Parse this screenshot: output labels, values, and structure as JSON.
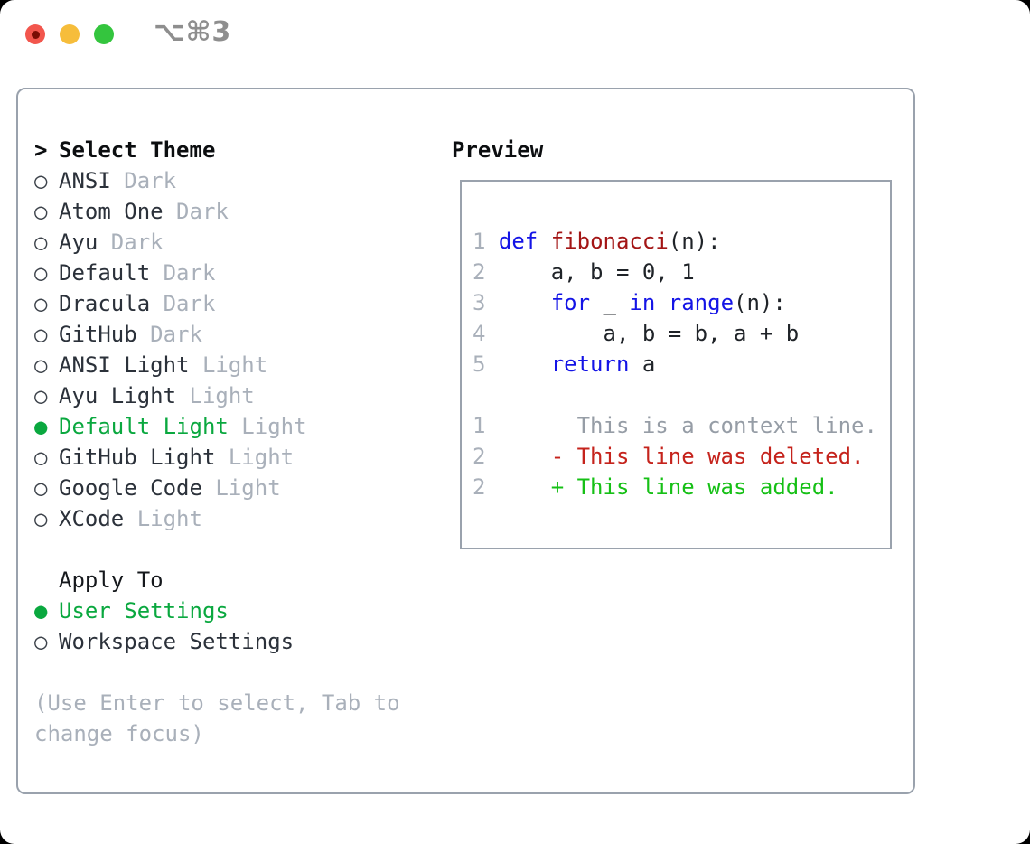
{
  "titlebar": {
    "shortcut": "⌥⌘3",
    "buttons": [
      "close",
      "minimize",
      "zoom"
    ]
  },
  "theme_selector": {
    "title_marker": ">",
    "title": "Select Theme",
    "marker_unselected": "○",
    "marker_selected": "●",
    "options": [
      {
        "name": "ANSI",
        "variant": "Dark",
        "selected": false
      },
      {
        "name": "Atom One",
        "variant": "Dark",
        "selected": false
      },
      {
        "name": "Ayu",
        "variant": "Dark",
        "selected": false
      },
      {
        "name": "Default",
        "variant": "Dark",
        "selected": false
      },
      {
        "name": "Dracula",
        "variant": "Dark",
        "selected": false
      },
      {
        "name": "GitHub",
        "variant": "Dark",
        "selected": false
      },
      {
        "name": "ANSI Light",
        "variant": "Light",
        "selected": false
      },
      {
        "name": "Ayu Light",
        "variant": "Light",
        "selected": false
      },
      {
        "name": "Default Light",
        "variant": "Light",
        "selected": true
      },
      {
        "name": "GitHub Light",
        "variant": "Light",
        "selected": false
      },
      {
        "name": "Google Code",
        "variant": "Light",
        "selected": false
      },
      {
        "name": "XCode",
        "variant": "Light",
        "selected": false
      }
    ],
    "apply_to": {
      "title": "Apply To",
      "options": [
        {
          "label": "User Settings",
          "selected": true
        },
        {
          "label": "Workspace Settings",
          "selected": false
        }
      ]
    },
    "hint_lines": [
      "(Use Enter to select, Tab to",
      "change focus)"
    ]
  },
  "preview": {
    "title": "Preview",
    "lines": [
      [
        {
          "t": "1",
          "c": "gutter"
        },
        {
          "t": " ",
          "c": "plain"
        },
        {
          "t": "def",
          "c": "keyword"
        },
        {
          "t": " ",
          "c": "plain"
        },
        {
          "t": "fibonacci",
          "c": "function"
        },
        {
          "t": "(n):",
          "c": "plain"
        }
      ],
      [
        {
          "t": "2",
          "c": "gutter"
        },
        {
          "t": "     a, b = 0, 1",
          "c": "plain"
        }
      ],
      [
        {
          "t": "3",
          "c": "gutter"
        },
        {
          "t": "     ",
          "c": "plain"
        },
        {
          "t": "for",
          "c": "keyword"
        },
        {
          "t": " _ ",
          "c": "plain"
        },
        {
          "t": "in",
          "c": "keyword"
        },
        {
          "t": " ",
          "c": "plain"
        },
        {
          "t": "range",
          "c": "keyword"
        },
        {
          "t": "(n):",
          "c": "plain"
        }
      ],
      [
        {
          "t": "4",
          "c": "gutter"
        },
        {
          "t": "         a, b = b, a + b",
          "c": "plain"
        }
      ],
      [
        {
          "t": "5",
          "c": "gutter"
        },
        {
          "t": "     ",
          "c": "plain"
        },
        {
          "t": "return",
          "c": "keyword"
        },
        {
          "t": " a",
          "c": "plain"
        }
      ],
      [],
      [
        {
          "t": "1",
          "c": "gutter"
        },
        {
          "t": "       This is a context line.",
          "c": "context"
        }
      ],
      [
        {
          "t": "2",
          "c": "gutter"
        },
        {
          "t": "     ",
          "c": "plain"
        },
        {
          "t": "- This line was deleted.",
          "c": "deleted"
        }
      ],
      [
        {
          "t": "2",
          "c": "gutter"
        },
        {
          "t": "     ",
          "c": "plain"
        },
        {
          "t": "+ This line was added.",
          "c": "added"
        }
      ]
    ]
  },
  "colors": {
    "ui": {
      "border": "#9aa2ad",
      "text": "#2b313a",
      "muted": "#a9b0ba",
      "selected": "#0aa83f",
      "circle": "#3c424a",
      "shortcut": "#8e8e8e",
      "traffic_red": "#f2564d",
      "traffic_red_dot": "#7a0d04",
      "traffic_yellow": "#f6bd3b",
      "traffic_green": "#34c53e"
    },
    "syntax": {
      "plain": "#1f2328",
      "gutter": "#a9b0ba",
      "keyword": "#1414e6",
      "function": "#a31515",
      "context": "#969da6",
      "deleted": "#c5231c",
      "added": "#16c016"
    }
  }
}
